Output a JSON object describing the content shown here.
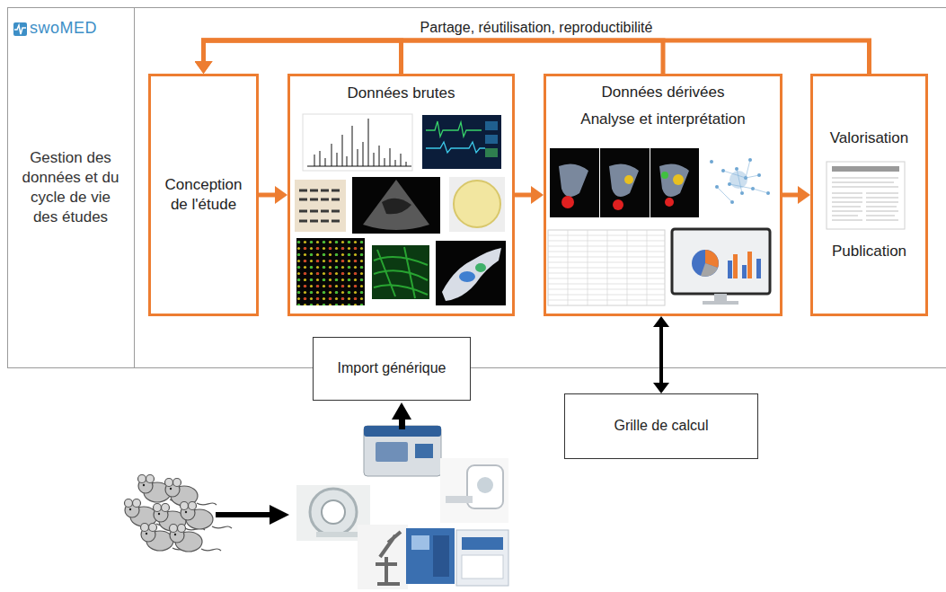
{
  "diagram": {
    "nodes": [
      {
        "text": [
          "Gestion des données et du cycle de vie des études"
        ]
      },
      {
        "text": [
          "Conception de l'étude"
        ]
      },
      {
        "text": [
          "Données brutes"
        ]
      },
      {
        "text": [
          "Données dérivées",
          "Analyse et interprétation"
        ]
      },
      {
        "text": [
          "Valorisation",
          "Publication"
        ]
      },
      {
        "text": [
          "Import générique"
        ]
      },
      {
        "text": [
          "Grille de calcul"
        ]
      }
    ],
    "edges": [
      {
        "from": 1,
        "to": 2,
        "arrow": "to"
      },
      {
        "from": 2,
        "to": 3,
        "arrow": "to"
      },
      {
        "from": 3,
        "to": 4,
        "arrow": "to"
      },
      {
        "from": 3,
        "to": 6,
        "arrow": "both"
      },
      {
        "from": 2,
        "to": 1,
        "arrow": "to"
      },
      {
        "from": 3,
        "to": 1,
        "arrow": "to"
      },
      {
        "from": 4,
        "to": 1,
        "label": "Partage, réutilisation, reproductibilité",
        "arrow": "to"
      }
    ],
    "labels": [
      "swoMED"
    ]
  }
}
